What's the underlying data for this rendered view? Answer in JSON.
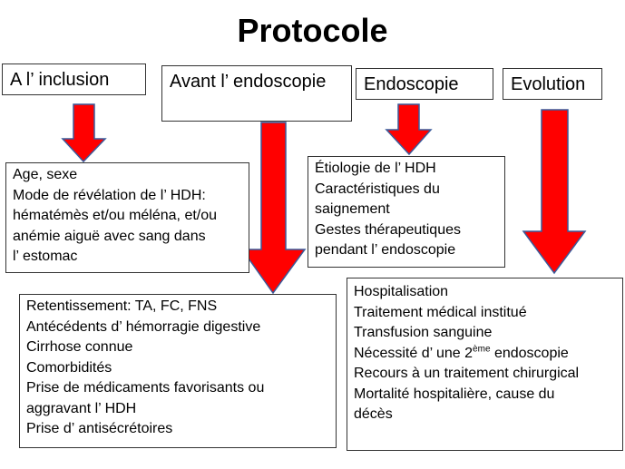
{
  "title": "Protocole",
  "colors": {
    "arrow_fill": "#ff0000",
    "arrow_stroke": "#3a5a9a",
    "box_border": "#333333"
  },
  "headers": {
    "inclusion": "A l’ inclusion",
    "avant": "Avant l’ endoscopie",
    "endoscopie": "Endoscopie",
    "evolution": "Evolution"
  },
  "boxes": {
    "inclusion": [
      "Age, sexe",
      "Mode de révélation de l’ HDH:",
      "hématémès et/ou méléna, et/ou",
      "anémie aiguë avec sang dans",
      "l’ estomac"
    ],
    "endoscopie": [
      "Étiologie de l’ HDH",
      "Caractéristiques du",
      "saignement",
      "Gestes thérapeutiques",
      "pendant l’ endoscopie"
    ],
    "avant": [
      "Retentissement: TA, FC, FNS",
      "Antécédents d’ hémorragie digestive",
      "Cirrhose connue",
      "Comorbidités",
      "Prise de médicaments favorisants ou",
      "aggravant l’ HDH",
      "Prise d’ antisécrétoires"
    ],
    "evolution": {
      "line1": "Hospitalisation",
      "line2": "Traitement médical institué",
      "line3": "Transfusion sanguine",
      "line4_pre": "Nécessité d’ une 2",
      "line4_sup": "ème",
      "line4_post": " endoscopie",
      "line5": "Recours à un traitement chirurgical",
      "line6": "Mortalité  hospitalière, cause du",
      "line7": "décès"
    }
  }
}
